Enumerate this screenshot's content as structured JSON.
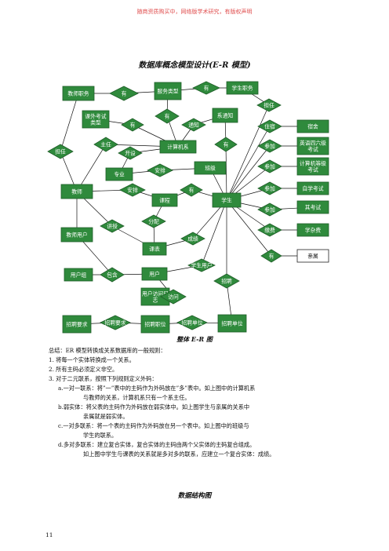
{
  "watermark": "随商资质购买中，网络版学术研究，有版权声明",
  "title": "数据库概念模型设计(E-R 模型)",
  "diagram": {
    "entities": {
      "jszw": "教师职务",
      "kwks": "课外考试类型",
      "jsj": "计算机系",
      "zy": "专业",
      "bj": "班级",
      "js": "教师",
      "kc": "课程",
      "xs": "学生",
      "jsyh": "教师用户",
      "kb": "课表",
      "yhz": "用户组",
      "yh": "用户",
      "yhfw": "用户访问日志",
      "zpyq": "招聘要求",
      "zpzw": "招聘职位",
      "zpdw": "招聘单位",
      "xszw": "学生职务",
      "fwl": "服务类型",
      "xtz": "系通知",
      "ss": "宿舍",
      "yyks": "英语四六级考试",
      "jsjks": "计算机等级考试",
      "zxks": "自学考试",
      "ks": "其考试",
      "xzf": "学杂费",
      "qs": "亲属"
    },
    "relations": {
      "you1": "有",
      "you2": "有",
      "you3": "有",
      "you4": "有",
      "you5": "有",
      "you6": "有",
      "you7": "有",
      "danren1": "担任",
      "danren2": "担任",
      "zhuren": "主任",
      "kaishe": "开设",
      "anpai1": "安排",
      "anpai2": "安排",
      "tongzhi": "通知",
      "jiangshou": "讲授",
      "fenpei": "分配",
      "chengji": "成绩",
      "xsyh": "学生用户",
      "baohan": "包含",
      "fangwen": "访问",
      "zhaopin": "招聘",
      "zpyq_r": "招聘要求",
      "zpdw_r": "招聘单位",
      "zhusu": "住宿",
      "canjia1": "参加",
      "canjia2": "参加",
      "canjia3": "参加",
      "canjia4": "参加",
      "jiaona": "缴费"
    }
  },
  "caption": "整体 E-R 图",
  "summary": {
    "intro": "总结：ER 模型转换成关系数据库的一般规则：",
    "rules": [
      "1.   将每一个实体转换成一个关系。",
      "2.   所有主码必须定义非空。",
      "3.   对于二元联系，按照下列规则定义外码："
    ],
    "sub": [
      {
        "head": "a.一对一联系：将”一”表中的主码作为外码放在”多”表中。如上图中的计算机系",
        "cont": "与教师的关系，计算机系只有一个系主任。"
      },
      {
        "head": "b.弱实体：将父表的主码作为外码放在弱实体中。如上图学生与亲属的关系中",
        "cont": "亲属就是弱实体。"
      },
      {
        "head": "c.一对多联系：将一个表的主码作为外码放在另一个表中。如上图中的班级与",
        "cont": "学生的联系。"
      },
      {
        "head": "d.多对多联系：建立复合实体，复合实体的主码由两个父实体的主码复合组成。",
        "cont": "如上图中学生与课表的关系就是多对多的联系，应建立一个复合实体：成绩。"
      }
    ]
  },
  "subheading": "数据结构图",
  "page_number": "11"
}
